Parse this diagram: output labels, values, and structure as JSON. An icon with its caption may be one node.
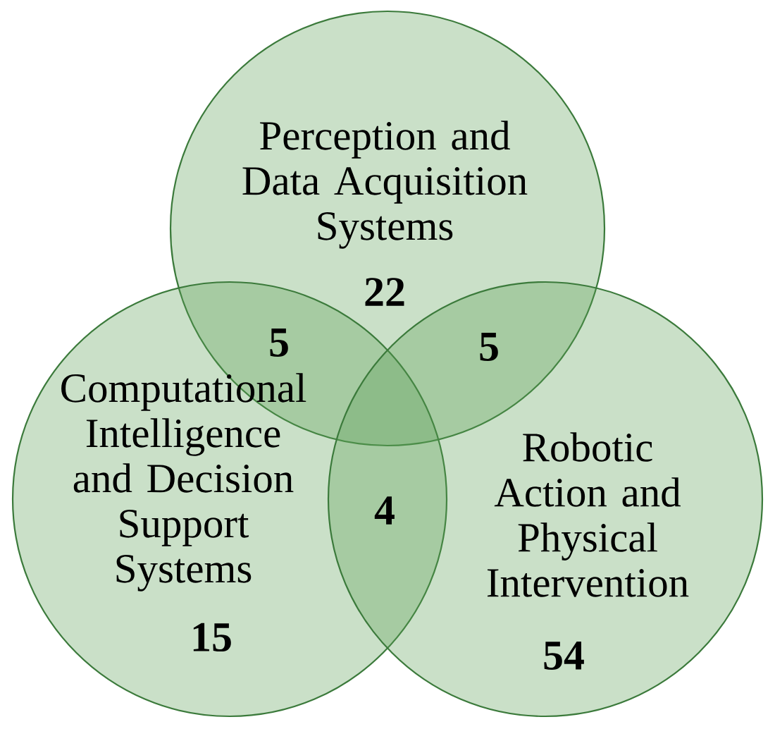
{
  "diagram": {
    "nodes": [
      {
        "text": [
          "Perception and Data Acquisition Systems",
          "22"
        ]
      },
      {
        "text": [
          "Computational Intelligence and Decision Support Systems",
          "15"
        ]
      },
      {
        "text": [
          "Robotic Action and Physical Intervention",
          "54"
        ]
      }
    ],
    "labels": [
      "5",
      "5",
      "4"
    ]
  }
}
